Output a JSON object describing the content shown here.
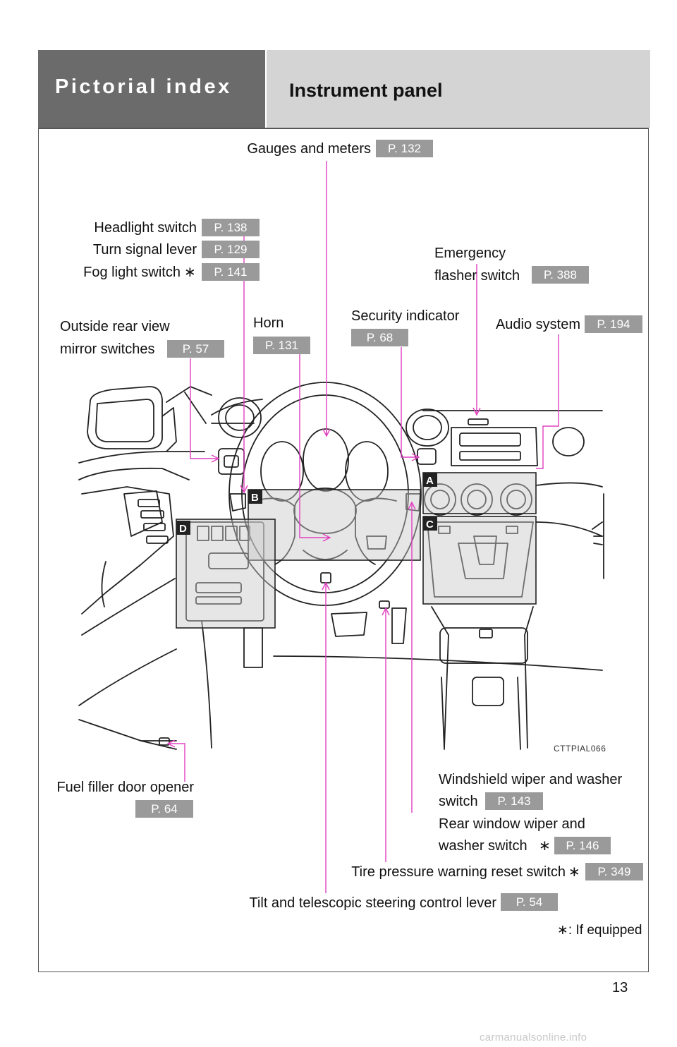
{
  "header": {
    "section": "Pictorial index",
    "title": "Instrument panel"
  },
  "image_code": "CTTPIAL066",
  "callout_letters": [
    "A",
    "B",
    "C",
    "D"
  ],
  "labels": {
    "gauges": {
      "text": "Gauges and meters",
      "page": "P. 132"
    },
    "headlight": {
      "text": "Headlight switch",
      "page": "P. 138"
    },
    "turn_signal": {
      "text": "Turn signal lever",
      "page": "P. 129"
    },
    "fog": {
      "text": "Fog light switch",
      "page": "P. 141"
    },
    "emergency_1": "Emergency",
    "emergency_2": "flasher switch",
    "emergency_page": "P. 388",
    "security": {
      "text": "Security indicator",
      "page": "P. 68"
    },
    "audio": {
      "text": "Audio system",
      "page": "P. 194"
    },
    "mirror_1": "Outside rear view",
    "mirror_2": "mirror switches",
    "mirror_page": "P. 57",
    "horn": {
      "text": "Horn",
      "page": "P. 131"
    },
    "fuel": {
      "text": "Fuel filler door opener",
      "page": "P. 64"
    },
    "wiper_1": "Windshield wiper and washer",
    "wiper_2": "switch",
    "wiper_page": "P. 143",
    "rear_wiper_1": "Rear window wiper and",
    "rear_wiper_2": "washer switch",
    "rear_wiper_page": "P. 146",
    "tire": {
      "text": "Tire pressure warning reset switch",
      "page": "P. 349"
    },
    "tilt": {
      "text": "Tilt and telescopic steering control lever",
      "page": "P. 54"
    }
  },
  "asterisk": "∗",
  "footnote": "∗: If equipped",
  "page_number": "13",
  "watermark": "carmanualsonline.info"
}
